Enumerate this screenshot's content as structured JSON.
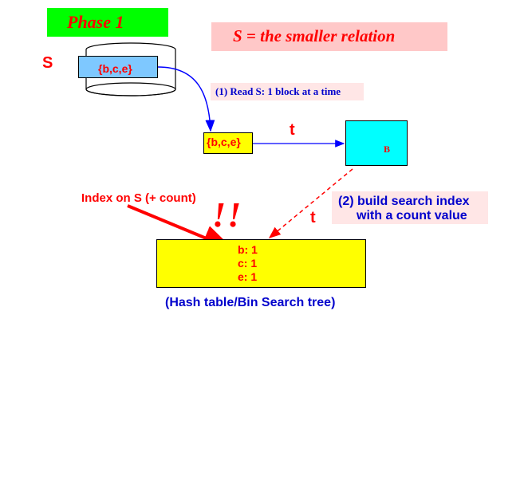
{
  "title": "Phase 1",
  "relation_note": "S = the smaller relation",
  "relation_symbol": "S",
  "disk_block": "{b,c,e}",
  "step1": "(1) Read S: 1 block at a time",
  "buffer_block": "{b,c,e}",
  "tuple_label_1": "t",
  "tuple_label_2": "t",
  "buffer_symbol": "B",
  "step2": {
    "line1": "(2) build search index",
    "line2": "with a count value"
  },
  "index_label": "Index on S (+ count)",
  "exclamation": "!!",
  "hash_entries": [
    "b: 1",
    "c: 1",
    "e: 1"
  ],
  "hash_caption": "(Hash table/Bin Search tree)",
  "colors": {
    "phase_bg": "#00ff00",
    "note_bg": "#ffc8c8",
    "label_bg": "#ffe6e6",
    "disk_block_bg": "#7ec8ff",
    "buffer_bg": "#00ffff",
    "highlight_bg": "#ffff00",
    "text_red": "#ff0000",
    "text_blue": "#0000cc"
  }
}
